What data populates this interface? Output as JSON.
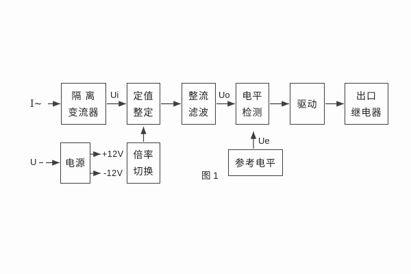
{
  "figure": {
    "caption": "图 1",
    "labels": {
      "input_current": "I~",
      "input_voltage": "U",
      "signal_ui": "Ui",
      "signal_uo": "Uo",
      "signal_ue": "Ue",
      "rail_positive": "+12V",
      "rail_negative": "-12V"
    },
    "blocks": {
      "isolation_ct": {
        "line1": "隔 离",
        "line2": "变流器"
      },
      "setpoint": {
        "line1": "定值",
        "line2": "整定"
      },
      "rectifier_filter": {
        "line1": "整流",
        "line2": "滤波"
      },
      "level_detect": {
        "line1": "电平",
        "line2": "检测"
      },
      "driver": {
        "label": "驱动"
      },
      "output_relay": {
        "line1": "出口",
        "line2": "继电器"
      },
      "power_supply": {
        "label": "电源"
      },
      "ratio_switch": {
        "line1": "倍率",
        "line2": "切换"
      },
      "reference_level": {
        "label": "参考电平"
      }
    },
    "colors": {
      "line": "#3f3f3f",
      "text": "#222222",
      "background": "#fdfdfd"
    }
  }
}
